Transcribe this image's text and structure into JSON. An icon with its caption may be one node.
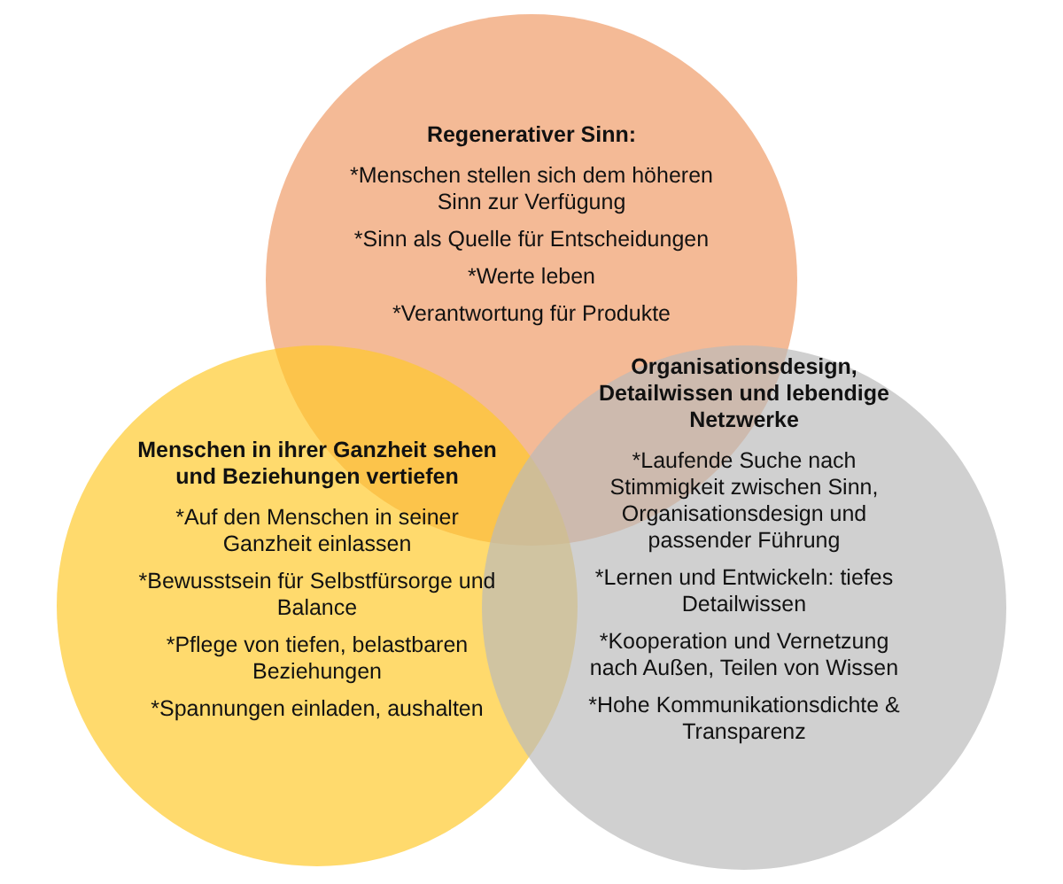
{
  "diagram": {
    "nodes": [
      {
        "text": [
          "Regenerativer Sinn:",
          "*Menschen stellen sich dem höheren Sinn zur Verfügung",
          "*Sinn als Quelle für Entscheidungen",
          "*Werte leben",
          "*Verantwortung für Produkte"
        ]
      },
      {
        "text": [
          "Menschen in ihrer Ganzheit sehen und Beziehungen vertiefen",
          "*Auf den Menschen in seiner Ganzheit einlassen",
          "*Bewusstsein für Selbstfürsorge und Balance",
          "*Pflege von tiefen, belastbaren Beziehungen",
          "*Spannungen einladen, aushalten"
        ]
      },
      {
        "text": [
          "Organisationsdesign, Detailwissen und lebendige Netzwerke",
          "*Laufende Suche nach Stimmigkeit zwischen Sinn, Organisationsdesign und passender Führung",
          "*Lernen und Entwickeln: tiefes Detailwissen",
          "*Kooperation und Vernetzung nach Außen, Teilen von Wissen",
          "*Hohe Kommunikationsdichte & Transparenz"
        ]
      }
    ]
  }
}
